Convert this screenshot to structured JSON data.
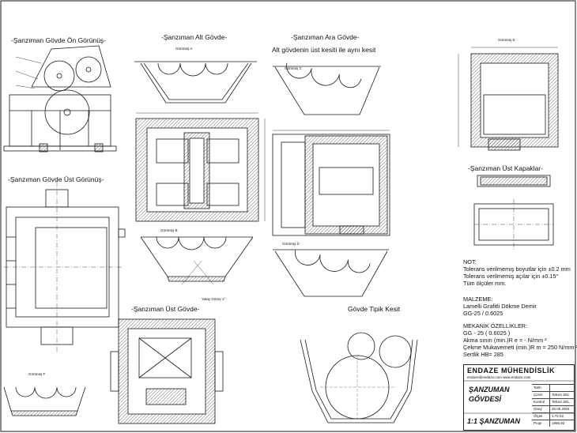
{
  "views": {
    "front": "-Şanzıman Gövde Ön Görünüş-",
    "top": "-Şanzıman Gövde Üst Görünüş-",
    "bottom": "-Şanzıman Alt Gövde-",
    "middle": "-Şanzıman Ara Gövde-",
    "middle_sub": "Alt gövdenin üst kesiti ile aynı kesit",
    "upper": "-Şanzıman Üst Gövde-",
    "typical_section": "Gövde Tipik Kesit",
    "cover": "-Şanzıman Üst Kapaklar-"
  },
  "notes": {
    "title": "NOT:",
    "lines": [
      "Tolerans verilmemiş boyutlar için ±0.2 mm",
      "Tolerans verilmemiş açılar için ±0.15°",
      "Tüm ölçüler mm."
    ]
  },
  "material": {
    "title": "MALZEME:",
    "lines": [
      "Lamelli Grafitli Dökme Demir",
      "GG-25 / 0.6025"
    ]
  },
  "mechanical": {
    "title": "MEKANİK ÖZELLİKLER:",
    "lines": [
      "GG - 25 ( 0.6025 )",
      "Akma sınırı (min.)R e = - N/mm ²",
      "Çekme Mukavemeti (min.)R m = 250 N/mm ²",
      "Sertlik HB= 285"
    ]
  },
  "title_block": {
    "company": "ENDAZE MÜHENDİSLİK",
    "company_sub": "endaze@endaze.com      www.endaze.com",
    "title_line1": "ŞANZUMAN",
    "title_line2": "GÖVDESİ",
    "footer": "1:1 ŞANZUMAN",
    "rows": [
      [
        "Tarih",
        ""
      ],
      [
        "Çizen",
        "Tahsin SEL"
      ],
      [
        "Kontrol",
        "Tahsin SEL"
      ],
      [
        "Onay",
        "25.05.2004"
      ],
      [
        "Ölçek",
        "1:72.52"
      ],
      [
        "Proje",
        "1995.92"
      ]
    ]
  },
  "section_labels": {
    "a": "Görünüş A",
    "b": "Görünüş B",
    "c": "Görünüş C",
    "d": "Görünüş D",
    "e": "Görünüş E",
    "f": "Görünüş F",
    "yatay": "Yatay Görüş 1°"
  }
}
